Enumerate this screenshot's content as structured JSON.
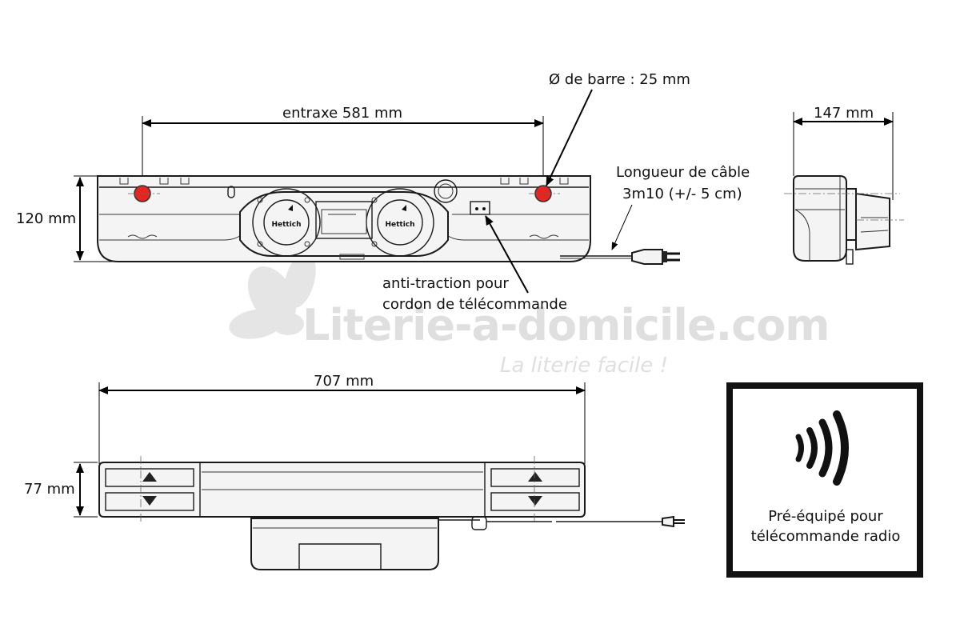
{
  "dimensions": {
    "entraxe": "entraxe 581 mm",
    "bar_diameter": "Ø de barre : 25 mm",
    "height_front": "120 mm",
    "depth_side": "147 mm",
    "cable_length_line1": "Longueur de câble",
    "cable_length_line2": "3m10 (+/- 5 cm)",
    "strain_relief_line1": "anti-traction pour",
    "strain_relief_line2": "cordon de télécommande",
    "width_top": "707 mm",
    "height_top": "77 mm"
  },
  "brand_labels": {
    "left_motor": "Hettich",
    "right_motor": "Hettich"
  },
  "watermark": {
    "name": "Literie-a-domicile.com",
    "slogan": "La literie facile !"
  },
  "radio_box": {
    "line1": "Pré-équipé pour",
    "line2": "télécommande radio"
  }
}
